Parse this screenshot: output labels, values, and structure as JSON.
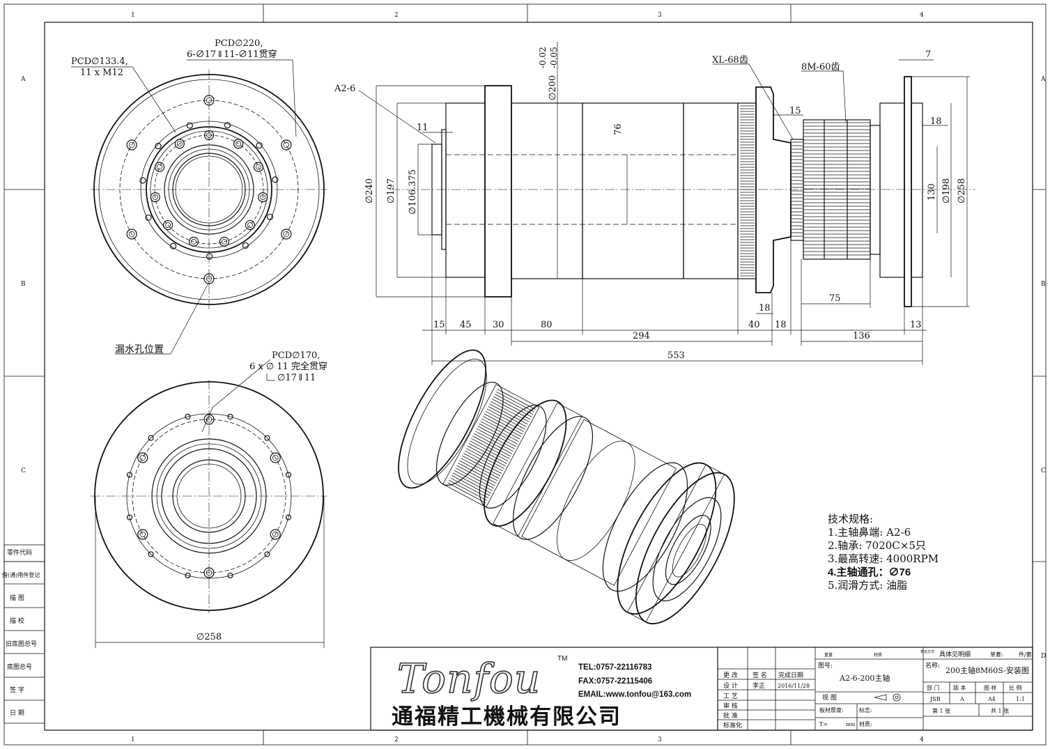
{
  "frame": {
    "col_labels": [
      "1",
      "2",
      "3",
      "4"
    ],
    "row_labels": [
      "A",
      "B",
      "C",
      "D"
    ]
  },
  "left_strip": [
    "零件代码",
    "借(通)用件登记",
    "描 图",
    "描 校",
    "旧底图总号",
    "底图总号",
    "签 字",
    "日 期"
  ],
  "front_view_top": {
    "label_pcd_inner_1": "PCD∅133.4,",
    "label_pcd_inner_2": "11 x  M12",
    "label_pcd_outer_1": "PCD∅220,",
    "label_pcd_outer_2": "6-∅17⇓11-∅11贯穿",
    "drain_label": "漏水孔位置"
  },
  "rear_view": {
    "label_pcd_1": "PCD∅170,",
    "label_pcd_2": "6 x  ∅  11 完全贯穿",
    "label_pcd_3": "∅17⇓11",
    "diameter_label": "∅258"
  },
  "side_view": {
    "nose_label": "A2-6",
    "tol_upper": "-0.02",
    "tol_lower": "-0.05",
    "dia_200": "∅200",
    "bore_76": "76",
    "xl_label": "XL-68齿",
    "gear_label": "8M-60齿",
    "dim_7": "7",
    "dim_15_top": "15",
    "dim_18_right": "18",
    "dim_11": "11",
    "dia_240": "∅240",
    "dia_197": "∅197",
    "dia_106": "∅106.375",
    "dim_130": "130",
    "dia_198": "∅198",
    "dia_258": "∅258",
    "dim_18_lower": "18",
    "dim_75": "75",
    "row1": [
      "15",
      "45",
      "30",
      "80",
      "40",
      "18",
      "13"
    ],
    "dim_294": "294",
    "dim_136": "136",
    "dim_553": "553"
  },
  "spec": {
    "title": "技术规格:",
    "items": [
      "1.主轴鼻端: A2-6",
      "2.轴承: 7020C×5只",
      "3.最高转速: 4000RPM",
      "4.主轴通孔：∅76",
      "5.润滑方式: 油脂"
    ]
  },
  "brand": {
    "logo": "Tonfou",
    "tm": "TM",
    "company": "通福精工機械有限公司",
    "tel": "TEL:0757-22116783",
    "fax": "FAX:0757-22115406",
    "email": "EMAIL:www.tonfou@163.com"
  },
  "title_block": {
    "hdr_weight": "重量",
    "hdr_mat": "材质",
    "hdr_surface": "表处方式",
    "hdr_detail": "具体见明细",
    "hdr_qty": "单套:",
    "hdr_unit": "件/套",
    "drawing_no_label": "图号:",
    "drawing_no": "A2-6-200主轴",
    "name_label": "名称:",
    "name": "200主轴8M60S-安装图",
    "rows_left": [
      "更 改",
      "设 计",
      "工 艺",
      "审 核",
      "批 准",
      "标准化"
    ],
    "sign_label": "签 名",
    "date_label": "完成日期",
    "designer": "李正",
    "date": "2016/11/28",
    "view_label": "视 图",
    "plate_label": "板材厚度:",
    "mark_label": "标志:",
    "t_label": "T=",
    "mm_label": "mm",
    "material_label": "材质:",
    "dept_label": "部 门",
    "version_label": "版 本",
    "size_label": "图 样",
    "scale_label": "比 例",
    "dept": "JSB",
    "version": "A",
    "size": "A4",
    "scale": "1:1",
    "sheet_label": "第 1 张",
    "total_label": "共 1 张"
  }
}
